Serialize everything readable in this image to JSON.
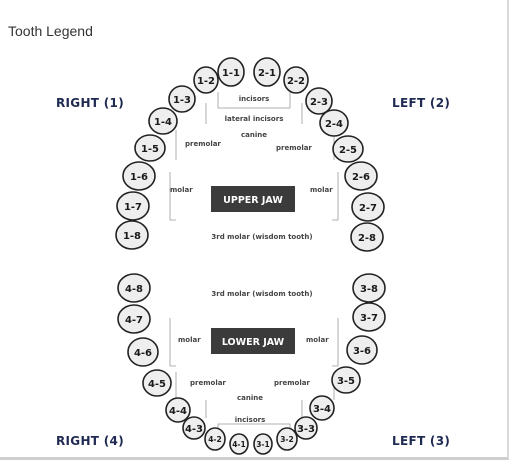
{
  "legend_title": "Tooth Legend",
  "quadrants": {
    "upper_right": "RIGHT (1)",
    "upper_left": "LEFT (2)",
    "lower_right": "RIGHT (4)",
    "lower_left": "LEFT (3)"
  },
  "jaws": {
    "upper": "UPPER JAW",
    "lower": "LOWER JAW"
  },
  "tooth_types": {
    "incisors": "incisors",
    "lateral_incisors": "lateral incisors",
    "canine": "canine",
    "premolar": "premolar",
    "molar": "molar",
    "third_molar": "3rd molar (wisdom tooth)"
  },
  "teeth": {
    "upper_right": [
      "1-1",
      "1-2",
      "1-3",
      "1-4",
      "1-5",
      "1-6",
      "1-7",
      "1-8"
    ],
    "upper_left": [
      "2-1",
      "2-2",
      "2-3",
      "2-4",
      "2-5",
      "2-6",
      "2-7",
      "2-8"
    ],
    "lower_left": [
      "3-1",
      "3-2",
      "3-3",
      "3-4",
      "3-5",
      "3-6",
      "3-7",
      "3-8"
    ],
    "lower_right": [
      "4-1",
      "4-2",
      "4-3",
      "4-4",
      "4-5",
      "4-6",
      "4-7",
      "4-8"
    ]
  }
}
